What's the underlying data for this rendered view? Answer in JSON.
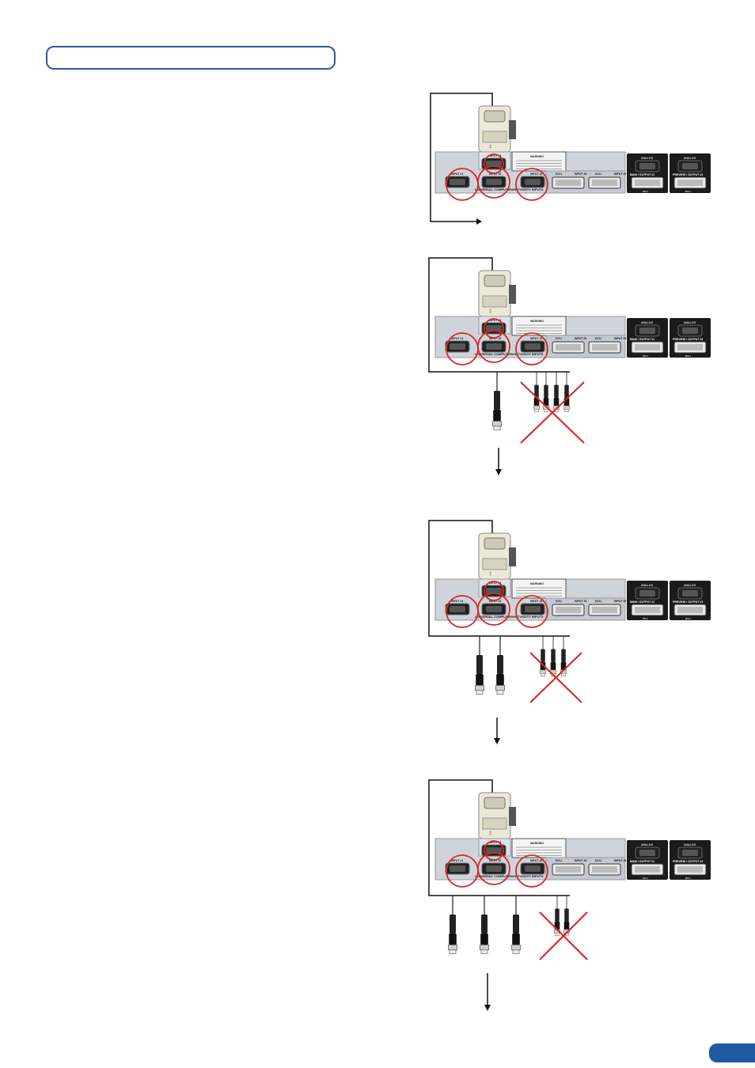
{
  "header": {
    "section_title": ""
  },
  "panel_labels": {
    "input_4": "INPUT #4",
    "input_1": "INPUT #1",
    "input_2": "INPUT #2",
    "input_3": "INPUT #3",
    "input_5": "INPUT #5",
    "input_6": "INPUT #6",
    "universal_inputs": "UNIVERSAL COMPUTER/HDTV/SDTV INPUTS",
    "analog": "ANALOG",
    "main_output": "MAIN / OUTPUT #1",
    "preview_output": "PREVIEW / OUTPUT #2",
    "dvi_1": "DVI-I",
    "warning": "WARNING"
  },
  "figures": [
    {
      "id": "fig-1",
      "bnc_ok": 0,
      "bnc_crossed": 0
    },
    {
      "id": "fig-2",
      "bnc_ok": 1,
      "bnc_crossed": 4
    },
    {
      "id": "fig-3",
      "bnc_ok": 2,
      "bnc_crossed": 3
    },
    {
      "id": "fig-4",
      "bnc_ok": 3,
      "bnc_crossed": 2
    }
  ],
  "colors": {
    "accent": "#2a5aa8",
    "page_tab": "#1e5aa0",
    "circle": "#d42a2a",
    "cross": "#e02020"
  }
}
